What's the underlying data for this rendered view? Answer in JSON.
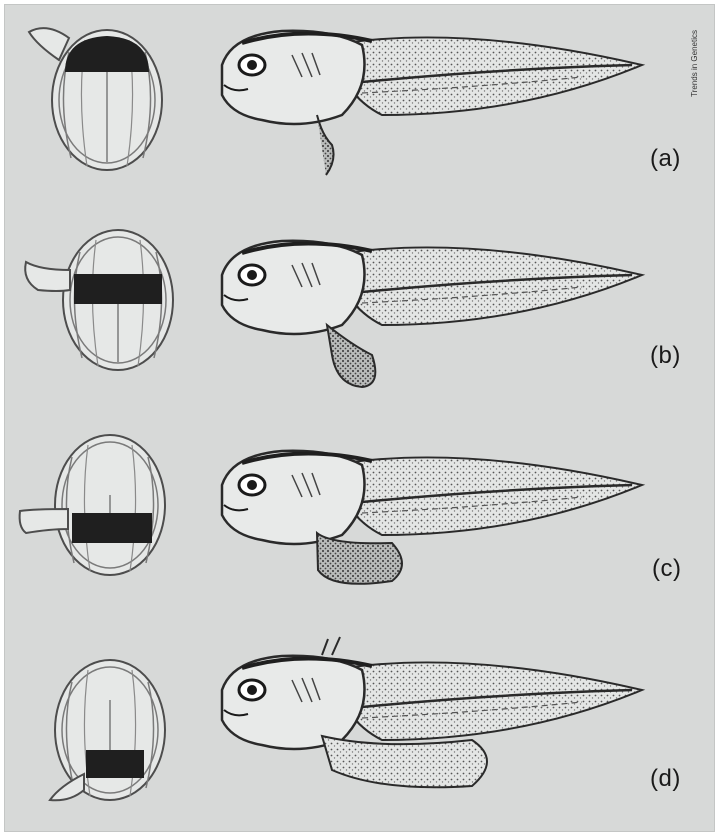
{
  "figure": {
    "credit": "Trends in Genetics",
    "panels": [
      {
        "label": "(a)"
      },
      {
        "label": "(b)"
      },
      {
        "label": "(c)"
      },
      {
        "label": "(d)"
      }
    ]
  },
  "colors": {
    "background": "#d7d9d8",
    "ink": "#1a1a1a",
    "band": "#1f1f1f",
    "outline": "#5a5a5a"
  }
}
